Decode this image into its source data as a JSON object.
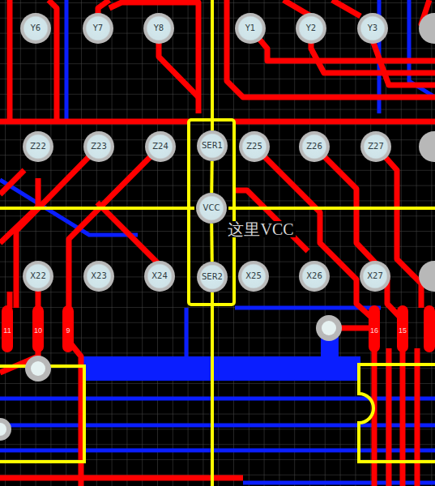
{
  "diagram": {
    "nodes": [
      {
        "text": [
          "Y6"
        ]
      },
      {
        "text": [
          "Y7"
        ]
      },
      {
        "text": [
          "Y8"
        ]
      },
      {
        "text": [
          "Y1"
        ]
      },
      {
        "text": [
          "Y2"
        ]
      },
      {
        "text": [
          "Y3"
        ]
      },
      {
        "text": [
          "Z22"
        ]
      },
      {
        "text": [
          "Z23"
        ]
      },
      {
        "text": [
          "Z24"
        ]
      },
      {
        "text": [
          "SER1"
        ]
      },
      {
        "text": [
          "Z25"
        ]
      },
      {
        "text": [
          "Z26"
        ]
      },
      {
        "text": [
          "Z27"
        ]
      },
      {
        "text": [
          "VCC"
        ]
      },
      {
        "text": [
          "X22"
        ]
      },
      {
        "text": [
          "X23"
        ]
      },
      {
        "text": [
          "X24"
        ]
      },
      {
        "text": [
          "SER2"
        ]
      },
      {
        "text": [
          "X25"
        ]
      },
      {
        "text": [
          "X26"
        ]
      },
      {
        "text": [
          "X27"
        ]
      }
    ],
    "edges": [
      {
        "from": 9,
        "to": 13,
        "arrow": "none"
      },
      {
        "from": 13,
        "to": 17,
        "arrow": "none"
      }
    ],
    "labels": [
      "这里VCC",
      "11",
      "10",
      "9",
      "16",
      "15"
    ]
  }
}
